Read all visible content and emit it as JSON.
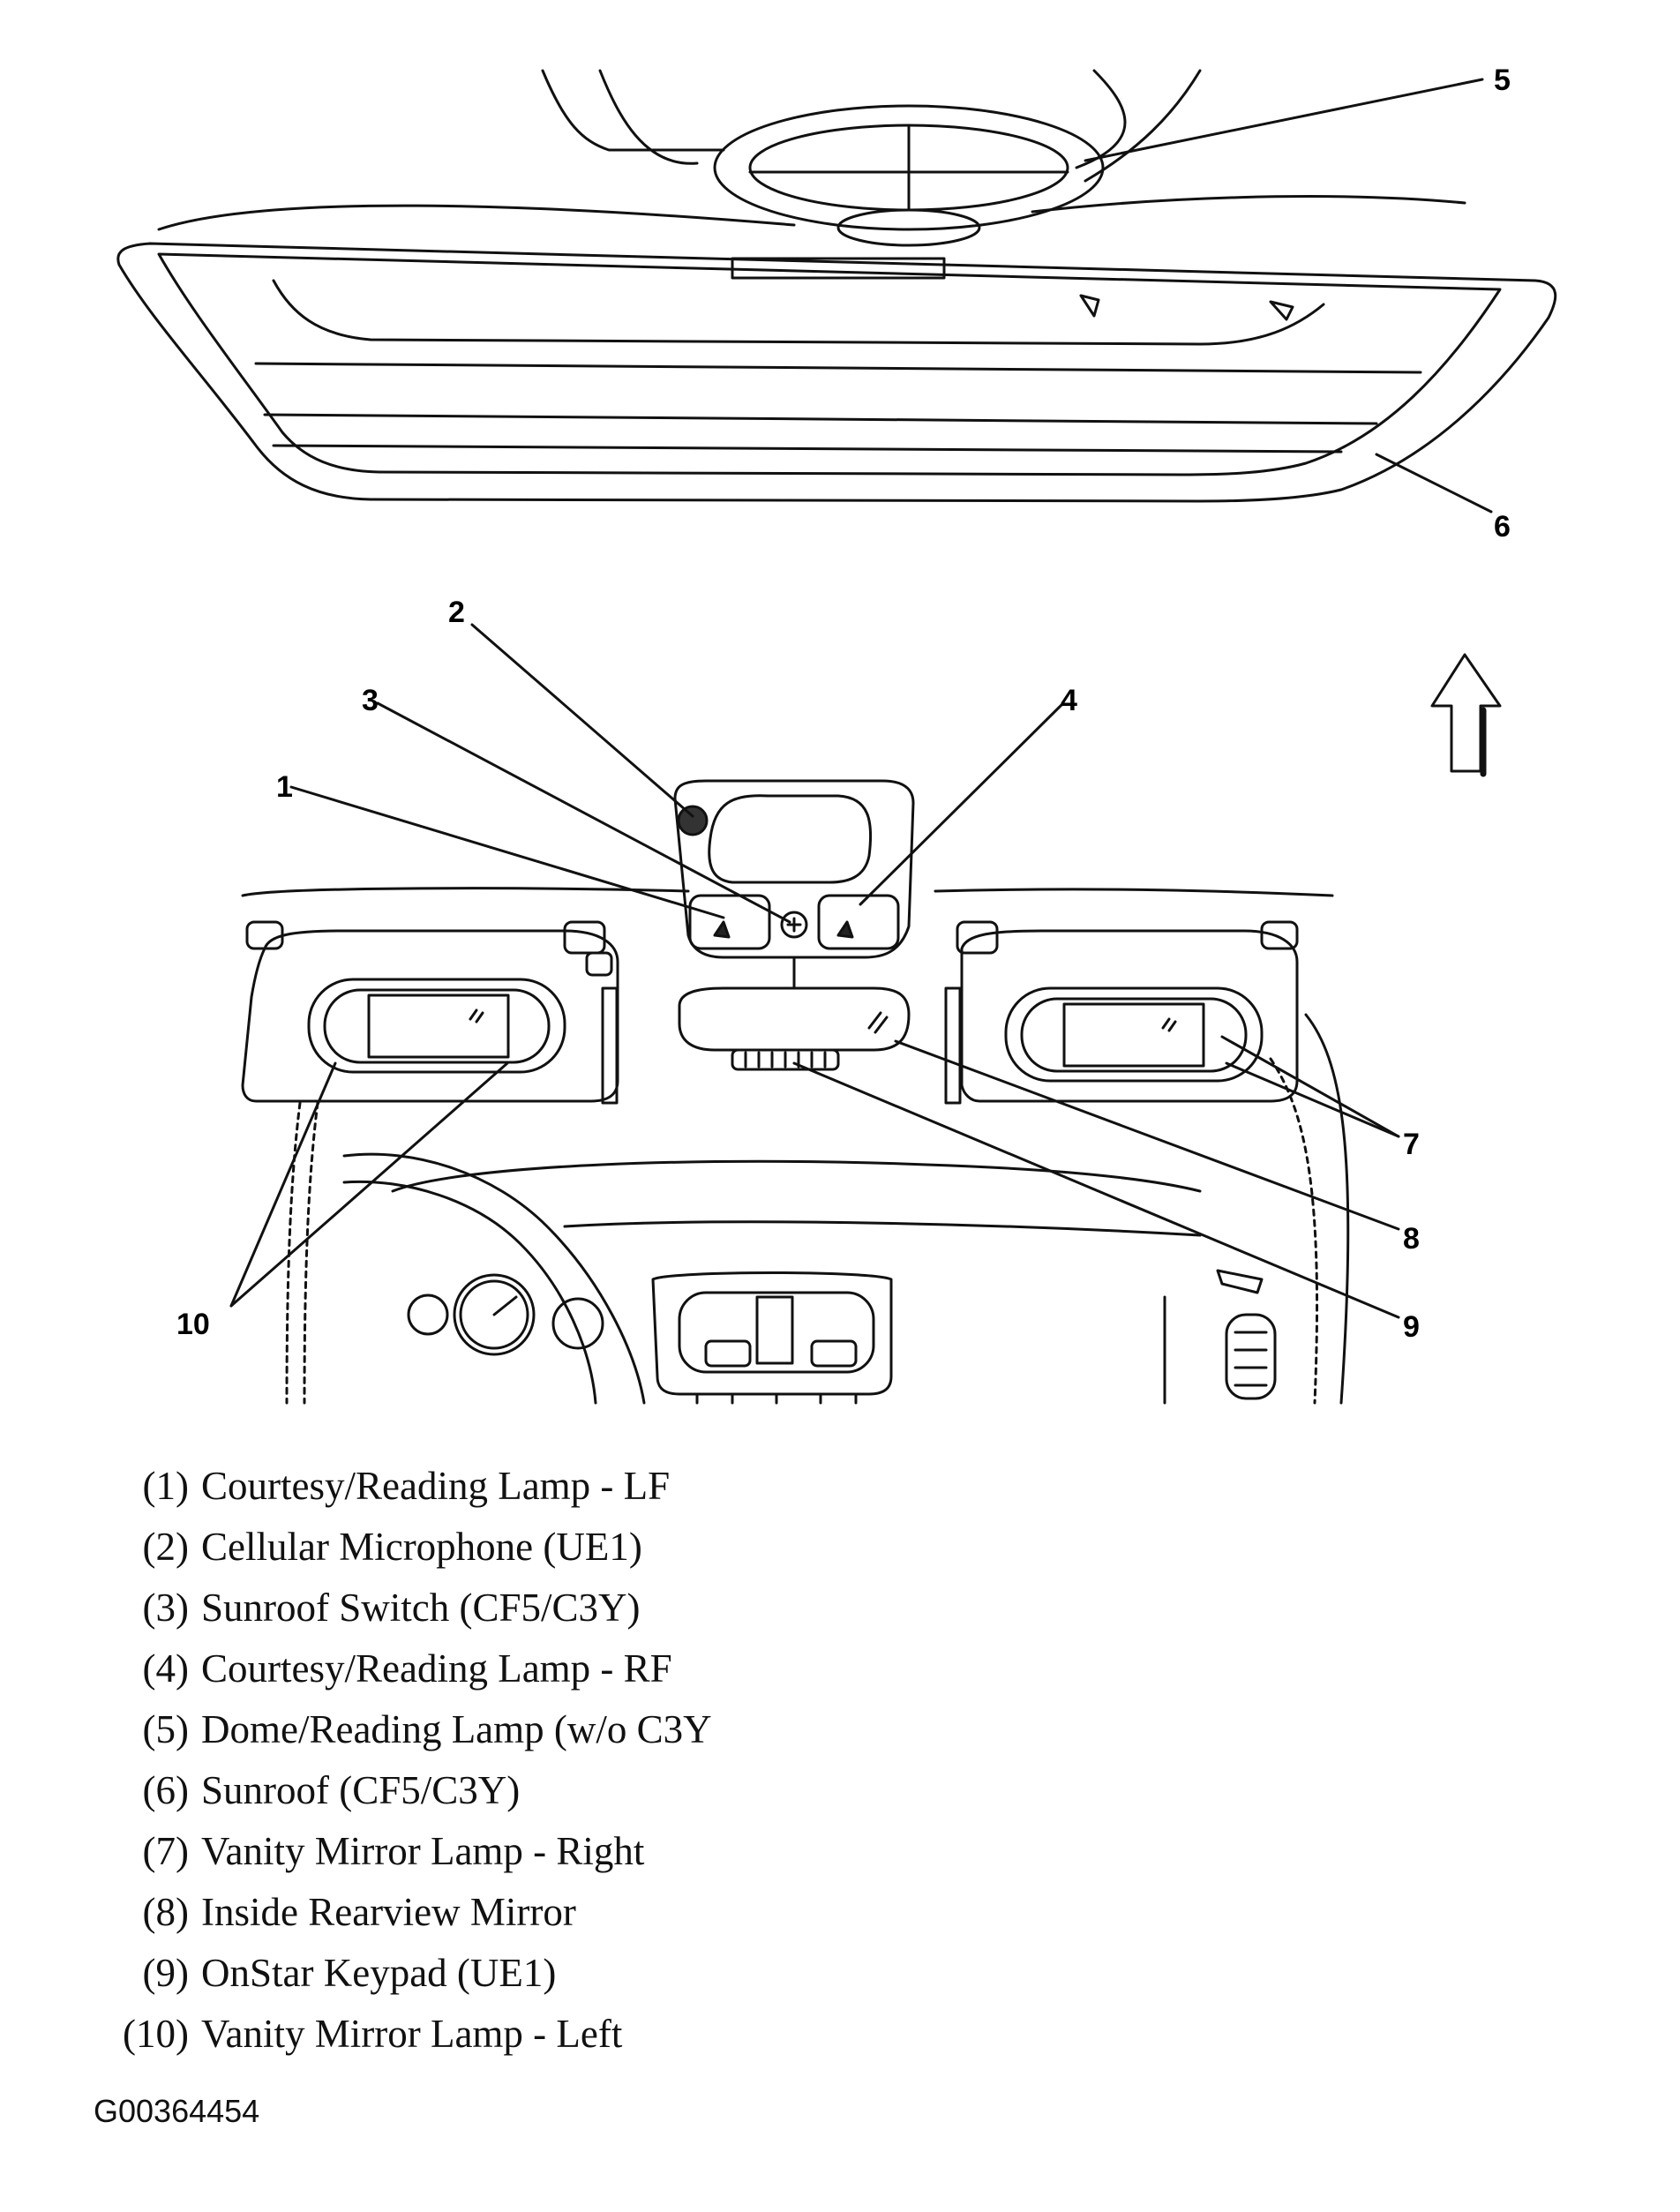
{
  "callouts": [
    "1",
    "2",
    "3",
    "4",
    "5",
    "6",
    "7",
    "8",
    "9",
    "10"
  ],
  "legend": [
    {
      "num": "(1)",
      "text": "Courtesy/Reading Lamp - LF"
    },
    {
      "num": "(2)",
      "text": "Cellular Microphone (UE1)"
    },
    {
      "num": "(3)",
      "text": "Sunroof Switch (CF5/C3Y)"
    },
    {
      "num": "(4)",
      "text": "Courtesy/Reading Lamp - RF"
    },
    {
      "num": "(5)",
      "text": "Dome/Reading Lamp (w/o C3Y"
    },
    {
      "num": "(6)",
      "text": "Sunroof (CF5/C3Y)"
    },
    {
      "num": "(7)",
      "text": "Vanity Mirror Lamp - Right"
    },
    {
      "num": "(8)",
      "text": "Inside Rearview Mirror"
    },
    {
      "num": "(9)",
      "text": "OnStar Keypad (UE1)"
    },
    {
      "num": "(10)",
      "text": "Vanity Mirror Lamp - Left"
    }
  ],
  "figure_id": "G00364454"
}
